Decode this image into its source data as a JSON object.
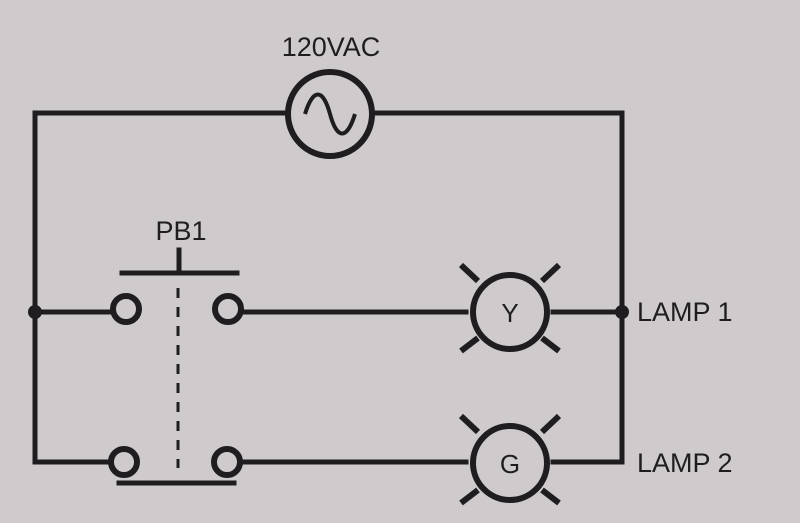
{
  "source": {
    "label": "120VAC"
  },
  "pushbutton": {
    "label": "PB1"
  },
  "lamp1": {
    "label": "LAMP 1",
    "letter": "Y"
  },
  "lamp2": {
    "label": "LAMP 2",
    "letter": "G"
  },
  "colors": {
    "background": "#cfcbcd",
    "ink": "#1f1d1f"
  }
}
